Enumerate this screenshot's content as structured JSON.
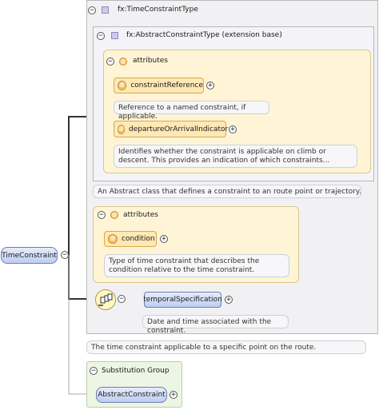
{
  "root": {
    "label": "TimeConstraint"
  },
  "type": {
    "label": "fx:TimeConstraintType"
  },
  "base": {
    "label": "fx:AbstractConstraintType (extension base)"
  },
  "base_attributes": {
    "header": "attributes",
    "items": [
      {
        "name": "constraintReference",
        "doc": "Reference to a named constraint, if applicable."
      },
      {
        "name": "departureOrArrivalIndicator",
        "doc": "Identifies whether the constraint is applicable on climb or descent. This provides an indication of which constraints..."
      }
    ]
  },
  "base_doc": "An Abstract class that defines a constraint to an route point or trajectory.",
  "own_attributes": {
    "header": "attributes",
    "items": [
      {
        "name": "condition",
        "doc": "Type of time constraint that describes the condition relative to the time constraint."
      }
    ]
  },
  "element": {
    "name": "temporalSpecification",
    "doc": "Date and time associated with the constraint."
  },
  "type_doc": "The time constraint applicable to a specific point on the route.",
  "substitution": {
    "header": "Substitution Group",
    "item": "AbstractConstraint"
  },
  "icons": {
    "collapse": "−",
    "expand": "+",
    "attribute": "@"
  },
  "colors": {
    "element_blue": "#bfcdf0",
    "attribute_orange": "#ffe8b5",
    "group_yellow": "#fff5d6",
    "substitution_green": "#edf6e4"
  }
}
